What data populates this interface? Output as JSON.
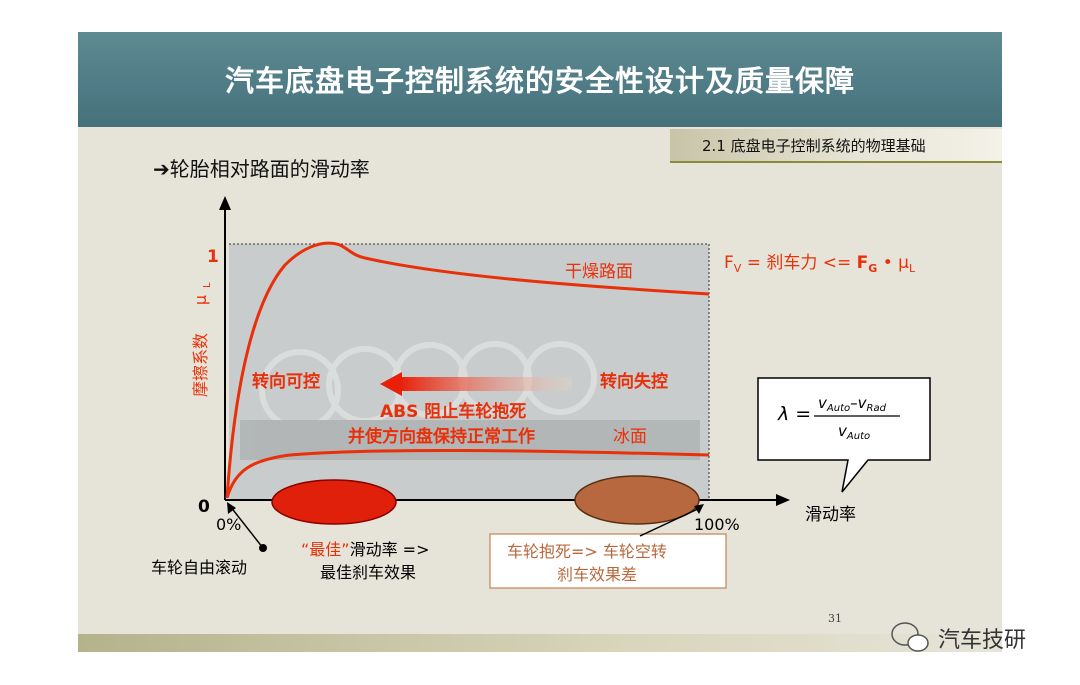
{
  "header": {
    "title": "汽车底盘电子控制系统的安全性设计及质量保障"
  },
  "section": {
    "label": "2.1 底盘电子控制系统的物理基础"
  },
  "subtitle": "➔轮胎相对路面的滑动率",
  "diagram": {
    "y_axis_label": "摩擦系数",
    "mu_symbol": "μ",
    "mu_sub": "L",
    "y_tick_top": "1",
    "y_tick_zero": "0",
    "x_tick_0": "0%",
    "x_tick_100": "100%",
    "x_axis_label": "滑动率",
    "dry_road": "干燥路面",
    "ice_road": "冰面",
    "steerable": "转向可控",
    "unsteerable": "转向失控",
    "abs_line1": "ABS 阻止车轮抱死",
    "abs_line2": "并使方向盘保持正常工作",
    "formula": {
      "f": "F",
      "f_sub": "V",
      "eq_text": " = 刹车力 <= ",
      "fg": "F",
      "fg_sub": "G",
      "dot": " • ",
      "mu": "μ",
      "mu_sub": "L"
    },
    "lambda_formula": {
      "lambda": "λ =",
      "v_auto": "v",
      "auto_sub": "Auto",
      "minus": "–",
      "v_rad": "v",
      "rad_sub": "Rad",
      "denominator_v": "v",
      "denominator_sub": "Auto"
    },
    "free_roll": "车轮自由滚动",
    "best_slip_quote": "“最佳”",
    "best_slip_rest": "滑动率 =>",
    "best_slip_line2": "最佳刹车效果",
    "lock_line1": "车轮抱死=> 车轮空转",
    "lock_line2": "刹车效果差"
  },
  "page_number": "31",
  "watermark": "汽车技研",
  "colors": {
    "curve": "#e8300a",
    "label_red": "#e8300a",
    "best_ellipse": "#e0200a",
    "lock_ellipse": "#b8683e"
  }
}
